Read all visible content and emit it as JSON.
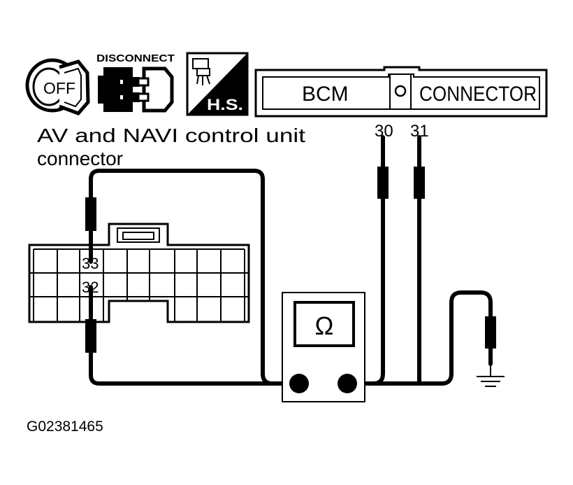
{
  "icons": {
    "ignition_text": "OFF",
    "disconnect_text": "DISCONNECT",
    "hs_text": "H.S."
  },
  "bcm_connector": {
    "left_text": "BCM",
    "right_text": "CONNECTOR"
  },
  "bcm_pins": {
    "pin_a": "30",
    "pin_b": "31"
  },
  "av_unit": {
    "title_line1": "AV and NAVI control unit",
    "title_line2": "connector"
  },
  "av_pins": {
    "upper": "33",
    "lower": "32"
  },
  "meter": {
    "symbol": "Ω"
  },
  "figure_id": "G02381465"
}
